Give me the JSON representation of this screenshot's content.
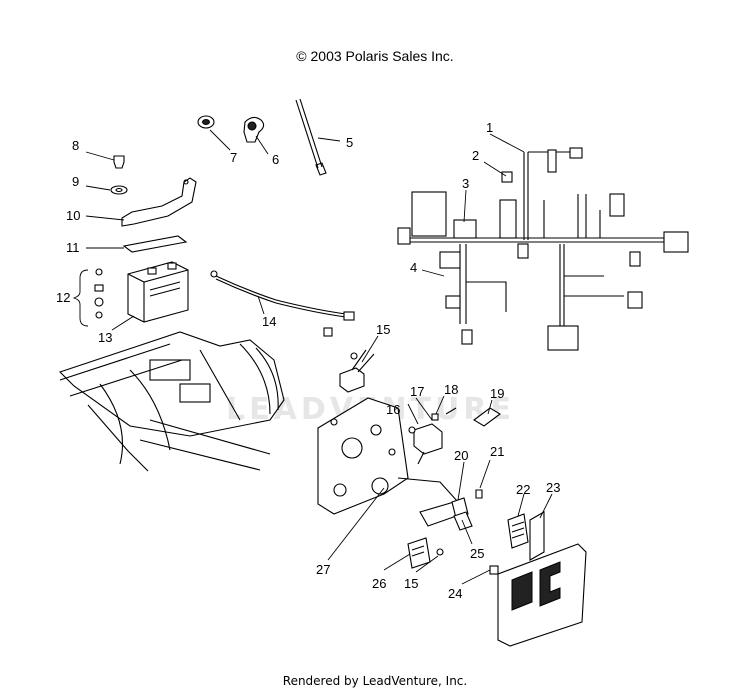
{
  "header": {
    "copyright": "© 2003 Polaris Sales Inc."
  },
  "footer": {
    "rendered_by": "Rendered by LeadVenture, Inc."
  },
  "watermark": {
    "text": "LEADVENTURE"
  },
  "callouts": {
    "c1": "1",
    "c2": "2",
    "c3": "3",
    "c4": "4",
    "c5": "5",
    "c6": "6",
    "c7": "7",
    "c8": "8",
    "c9": "9",
    "c10": "10",
    "c11": "11",
    "c12": "12",
    "c13": "13",
    "c14": "14",
    "c15a": "15",
    "c15b": "15",
    "c16": "16",
    "c17": "17",
    "c18": "18",
    "c19": "19",
    "c20": "20",
    "c21": "21",
    "c22": "22",
    "c23": "23",
    "c24": "24",
    "c25": "25",
    "c26": "26",
    "c27": "27"
  }
}
